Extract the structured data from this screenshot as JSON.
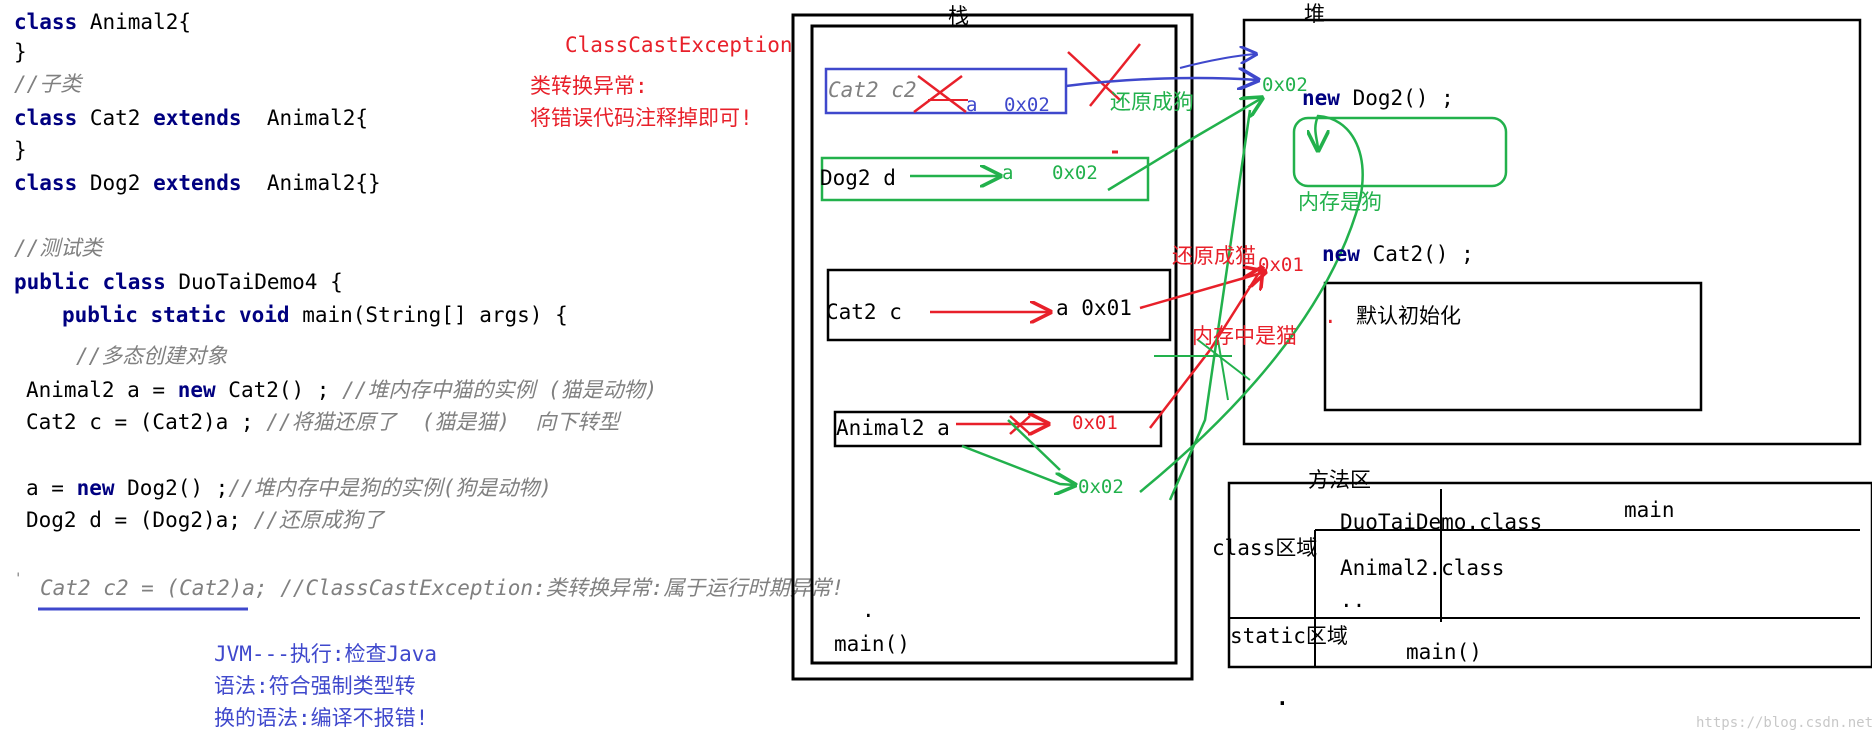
{
  "code": {
    "l1_kw": "class",
    "l1_rest": " Animal2{",
    "l2": "}",
    "l3": "//子类",
    "l4_kw1": "class",
    "l4_mid": " Cat2 ",
    "l4_kw2": "extends",
    "l4_rest": "  Animal2{",
    "l5": "}",
    "l6_kw1": "class",
    "l6_mid": " Dog2 ",
    "l6_kw2": "extends",
    "l6_rest": "  Animal2{}",
    "l7": "//测试类",
    "l8_kw": "public class",
    "l8_rest": " DuoTaiDemo4 {",
    "l9_kw": "public static void",
    "l9_rest": " main(String[] args) {",
    "l10": "//多态创建对象",
    "l11_a": "Animal2 a = ",
    "l11_kw": "new",
    "l11_b": " Cat2() ; ",
    "l11_cm": "//堆内存中猫的实例 (猫是动物)",
    "l12_a": "Cat2 c = (Cat2)a ; ",
    "l12_cm": "//将猫还原了  (猫是猫)  向下转型",
    "l13_a": "a = ",
    "l13_kw": "new",
    "l13_b": " Dog2() ;",
    "l13_cm": "//堆内存中是狗的实例(狗是动物)",
    "l14_a": "Dog2 d = (Dog2)a; ",
    "l14_cm": "//还原成狗了",
    "l15_tick": "'",
    "l15": "Cat2 c2 = (Cat2)a; //ClassCastException:类转换异常:属于运行时期异常!"
  },
  "notes": {
    "jvm1": "JVM---执行:检查Java",
    "jvm2": "语法:符合强制类型转",
    "jvm3": "换的语法:编译不报错!",
    "exc_title": "ClassCastException",
    "exc_cn1": "类转换异常:",
    "exc_cn2": "将错误代码注释掉即可!"
  },
  "stack": {
    "title": "栈",
    "c2_label": "Cat2 c2",
    "c2_a": "a",
    "c2_addr": "0x02",
    "d_label": "Dog2 d",
    "d_a": "a",
    "d_addr": "0x02",
    "c_label": "Cat2 c",
    "c_addr": "a 0x01",
    "a_label": "Animal2 a",
    "a_addr_old": "0x01",
    "a_addr_new": "0x02",
    "dot": ".",
    "frame": "main()"
  },
  "heap": {
    "title": "堆",
    "addr_dog": "0x02",
    "new_kw1": "new",
    "new_dog": " Dog2() ;",
    "is_dog": "内存是狗",
    "restore_dog": "还原成狗",
    "restore_cat": "还原成猫",
    "addr_cat": "0x01",
    "new_kw2": "new",
    "new_cat": " Cat2() ;",
    "is_cat": "内存中是猫",
    "default_init": "默认初始化",
    "dot": "·"
  },
  "method_area": {
    "title": "方法区",
    "class_area": "class区域",
    "col_main": "main",
    "cls1": "DuoTaiDemo.class",
    "cls2": "Animal2.class",
    "ellipsis": "..",
    "static_area": "static区域",
    "static_main": "main()"
  },
  "misc": {
    "dot_bottom": ".",
    "watermark": "https://blog.csdn.net/igfff"
  },
  "colors": {
    "keyword": "#000080",
    "comment": "#808080",
    "red": "#e8202a",
    "green": "#22b14c",
    "blue": "#3f48cc",
    "black": "#000000"
  }
}
